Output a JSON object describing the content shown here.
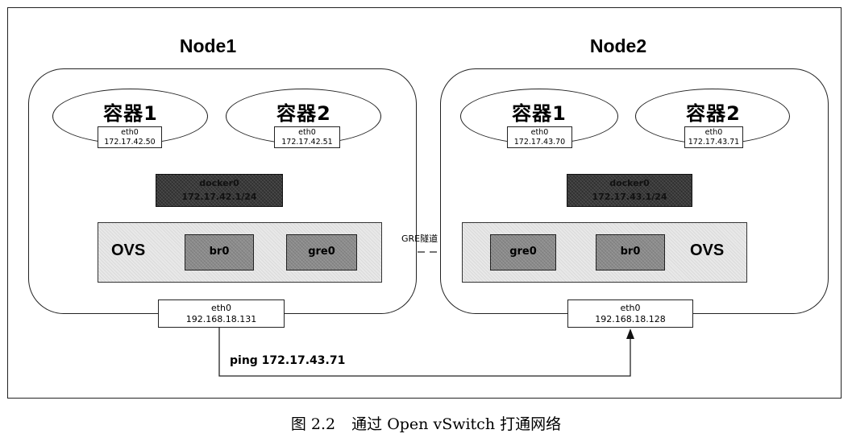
{
  "nodes": [
    {
      "title": "Node1",
      "containers": [
        {
          "label": "容器1",
          "eth": "eth0",
          "ip": "172.17.42.50"
        },
        {
          "label": "容器2",
          "eth": "eth0",
          "ip": "172.17.42.51"
        }
      ],
      "docker": {
        "name": "docker0",
        "ip": "172.17.42.1/24"
      },
      "ovs": {
        "label": "OVS",
        "bridge": "br0",
        "gre": "gre0"
      },
      "host": {
        "eth": "eth0",
        "ip": "192.168.18.131"
      }
    },
    {
      "title": "Node2",
      "containers": [
        {
          "label": "容器1",
          "eth": "eth0",
          "ip": "172.17.43.70"
        },
        {
          "label": "容器2",
          "eth": "eth0",
          "ip": "172.17.43.71"
        }
      ],
      "docker": {
        "name": "docker0",
        "ip": "172.17.43.1/24"
      },
      "ovs": {
        "label": "OVS",
        "bridge": "br0",
        "gre": "gre0"
      },
      "host": {
        "eth": "eth0",
        "ip": "192.168.18.128"
      }
    }
  ],
  "tunnel_label": "GRE隧道",
  "ping_label": "ping 172.17.43.71",
  "caption": {
    "number": "图 2.2",
    "text": "通过 Open vSwitch 打通网络"
  }
}
